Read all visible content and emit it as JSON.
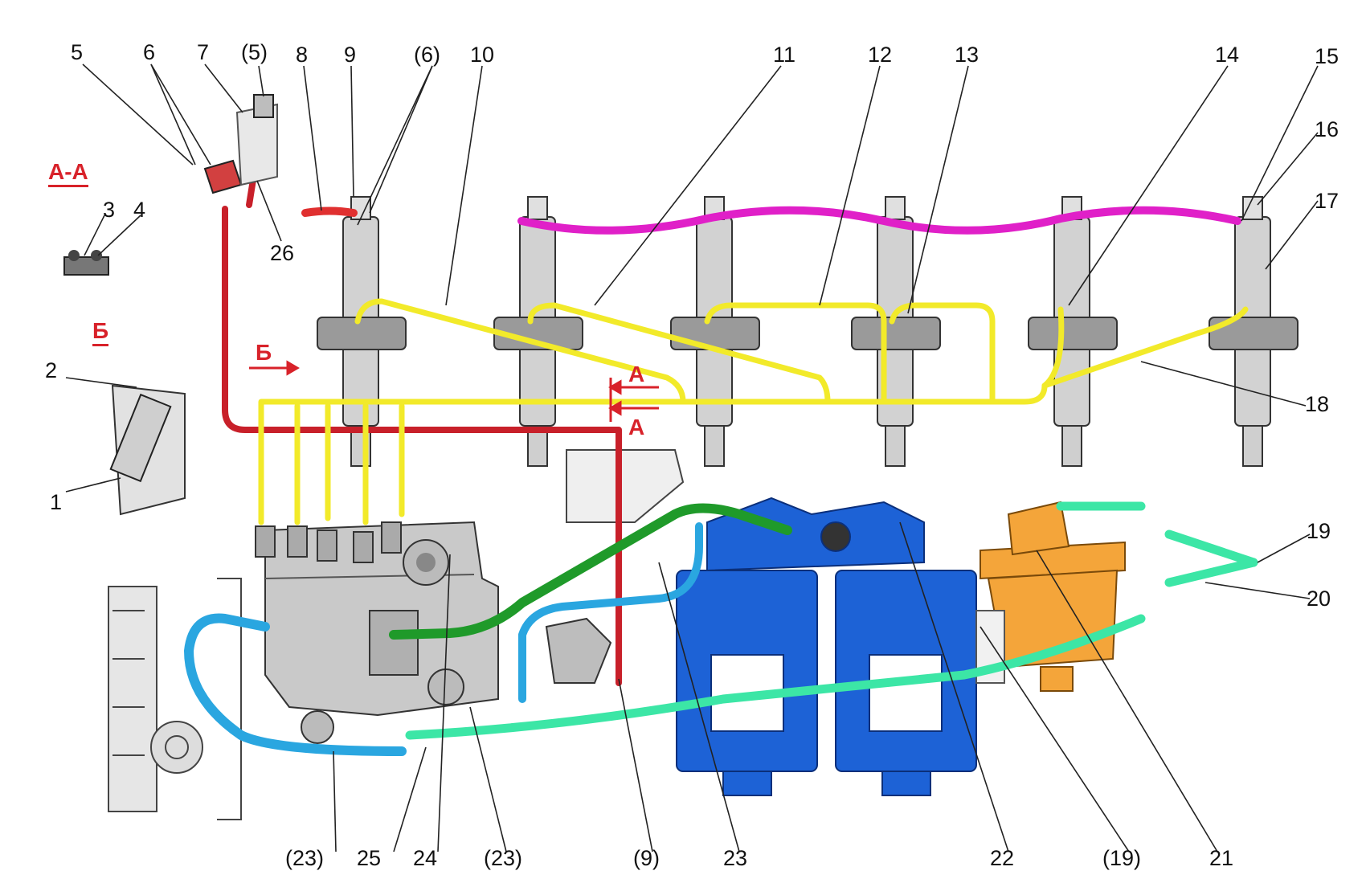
{
  "labels": {
    "n1": "1",
    "n2": "2",
    "n3": "3",
    "n4": "4",
    "n5": "5",
    "n6": "6",
    "n7": "7",
    "n5p": "(5)",
    "n8": "8",
    "n9": "9",
    "n6p": "(6)",
    "n10": "10",
    "n11": "11",
    "n12": "12",
    "n13": "13",
    "n14": "14",
    "n15": "15",
    "n16": "16",
    "n17": "17",
    "n18": "18",
    "n19": "19",
    "n20": "20",
    "n21": "21",
    "n22": "22",
    "n23": "23",
    "n23a": "(23)",
    "n23b": "(23)",
    "n24": "24",
    "n25": "25",
    "n26": "26",
    "n9p": "(9)",
    "n19p": "(19)"
  },
  "section_marks": {
    "aa": "А-А",
    "b": "Б",
    "b_arrow": "Б",
    "a_upper": "А",
    "a_lower": "А"
  },
  "colors": {
    "return_line_red": "#c8202a",
    "leak_off_magenta": "#e020c8",
    "high_pressure_yellow": "#f2ea2a",
    "low_pressure_green": "#1f9a2a",
    "feed_blue": "#2aa6e0",
    "tank_line_mint": "#3ce6a6",
    "filter_blue": "#1d62d6",
    "prefilter_orange": "#f4a53a",
    "pump_gray": "#c8c8c8"
  }
}
